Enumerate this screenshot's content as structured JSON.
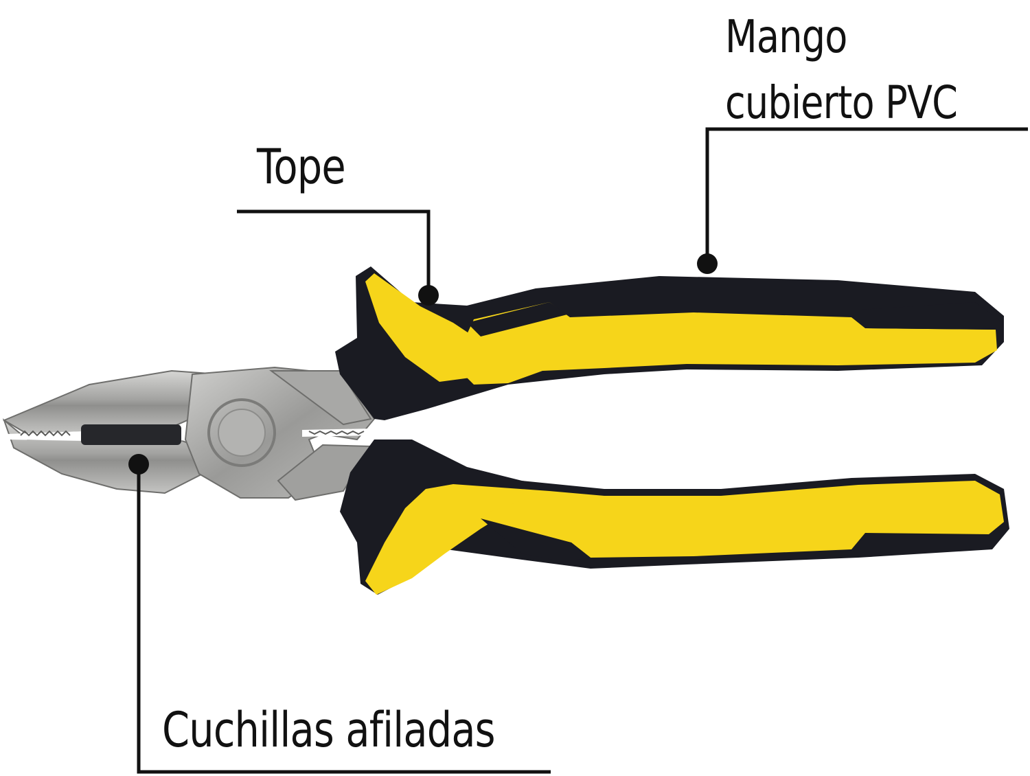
{
  "callouts": {
    "handle": {
      "line1": "Mango",
      "line2": "cubierto PVC"
    },
    "stop": {
      "label": "Tope"
    },
    "blades": {
      "label": "Cuchillas afiladas"
    }
  },
  "colors": {
    "handle_yellow": "#f6d51a",
    "handle_black": "#1a1b22",
    "steel": "#a9a9a7",
    "line": "#111111"
  },
  "icons": {
    "product": "linesman-pliers-icon"
  }
}
